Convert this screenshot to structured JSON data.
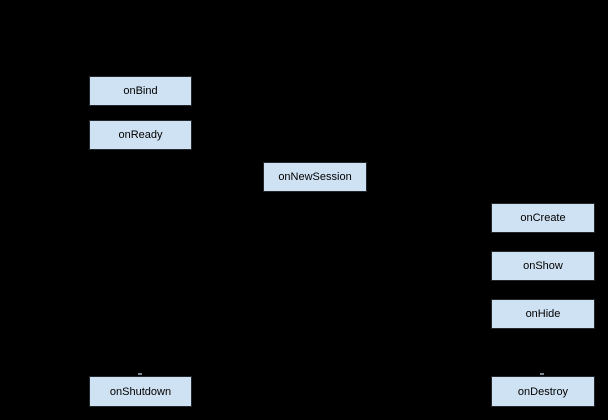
{
  "diagram": {
    "description": "Lifecycle flow diagram on black background; only light-blue method boxes visible",
    "nodes": [
      {
        "label": "onBind"
      },
      {
        "label": "onReady"
      },
      {
        "label": "onNewSession"
      },
      {
        "label": "onCreate"
      },
      {
        "label": "onShow"
      },
      {
        "label": "onHide"
      },
      {
        "label": "onShutdown"
      },
      {
        "label": "onDestroy"
      }
    ]
  },
  "colors": {
    "canvas_bg": "#000000",
    "node_fill": "#cfe2f3",
    "node_border": "#23272c",
    "node_text": "#000000",
    "artifact": "#93a7bb"
  }
}
